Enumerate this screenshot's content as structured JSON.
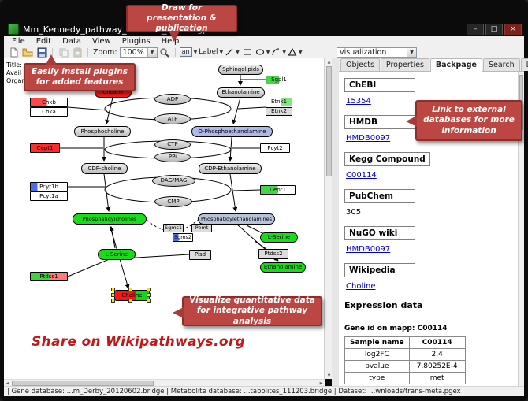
{
  "window": {
    "title": "Mm_Kennedy_pathway_WP1771_45176.gpml",
    "controls": {
      "minimize": "–",
      "maximize": "□",
      "close": "×"
    }
  },
  "menu": {
    "items": [
      "File",
      "Edit",
      "Data",
      "View",
      "Plugins",
      "Help"
    ]
  },
  "toolbar": {
    "zoom_label": "Zoom:",
    "zoom_value": "100%",
    "datanode_tool": "an",
    "label_tool": "Label",
    "visualization_value": "visualization"
  },
  "canvas": {
    "infobox": [
      "Title:",
      "Avail",
      "Organ"
    ],
    "nodes": {
      "sphingolipids": "Sphingolipids",
      "sgpl1": "Sgpl1",
      "ethanolamine_top": "Ethanolamine",
      "etnk1": "Etnk1",
      "etnk2": "Etnk2",
      "choline": "Choline",
      "chkb": "Chkb",
      "chka": "Chka",
      "adp": "ADP",
      "atp": "ATP",
      "phosphocholine": "Phosphocholine",
      "o_phosphoethanolamine": "O-Phosphoethanolamine",
      "ctp": "CTP",
      "ppi": "PPi",
      "cept1_left": "Cept1",
      "pcyt2": "Pcyt2",
      "cdp_choline": "CDP-choline",
      "cdp_ethanolamine": "CDP-Ethanolamine",
      "dag_mag": "DAG/MAG",
      "pcyt1b": "Pcyt1b",
      "pcyt1a": "Pcyt1a",
      "cept1_right": "Cept1",
      "cmp": "CMP",
      "phosphatidylcholines": "Phosphatidylcholines",
      "phosphatidylethanolamines": "Phosphatidylethanolamines",
      "sgms1": "Sgms1",
      "sgms2": "Sgms2",
      "pemt": "Pemt",
      "pisd": "Pisd",
      "l_serine_left": "L-Serine",
      "l_serine_right": "L-Serine",
      "ptdss2": "Ptdss2",
      "ethanolamine_bottom": "Ethanolamine",
      "ptdss1": "Ptdss1",
      "choline_selected": "Choline"
    }
  },
  "sidebar": {
    "tabs": [
      "Objects",
      "Properties",
      "Backpage",
      "Search",
      "Legend"
    ],
    "active_tab": "Backpage",
    "backpage": {
      "sections": [
        {
          "header": "ChEBI",
          "value": "15354"
        },
        {
          "header": "HMDB",
          "value": "HMDB0097"
        },
        {
          "header": "Kegg Compound",
          "value": "C00114"
        },
        {
          "header": "PubChem",
          "value": "305"
        },
        {
          "header": "NuGO wiki",
          "value": "HMDB0097"
        },
        {
          "header": "Wikipedia",
          "value": "Choline"
        }
      ],
      "expression_title": "Expression data",
      "gene_id_label": "Gene id on mapp: C00114",
      "table": {
        "header": [
          "Sample name",
          "C00114"
        ],
        "rows": [
          [
            "log2FC",
            "2.4"
          ],
          [
            "pvalue",
            "7.80252E-4"
          ],
          [
            "type",
            "met"
          ]
        ]
      }
    }
  },
  "callouts": {
    "draw": "Draw for presentation & publication",
    "plugins": "Easily install plugins for added features",
    "link": "Link to external databases for more information",
    "visualize": "Visualize quantitative data for integrative pathway analysis",
    "share": "Share on Wikipathways.org"
  },
  "statusbar": {
    "text": "| Gene database: ...m_Derby_20120602.bridge  | Metabolite database: ...tabolites_111203.bridge  | Dataset: ...wnloads/trans-meta.pgex"
  },
  "colors": {
    "callout_red": "#bb4642",
    "callout_border": "#8d2e2a",
    "up_green": "#1adb1a",
    "down_red": "#ff1a1a",
    "link_blue": "#0000cc",
    "light_blue_node": "#aeb9ea",
    "selection_yellow": "#ffe300",
    "share_red": "#c41616"
  }
}
